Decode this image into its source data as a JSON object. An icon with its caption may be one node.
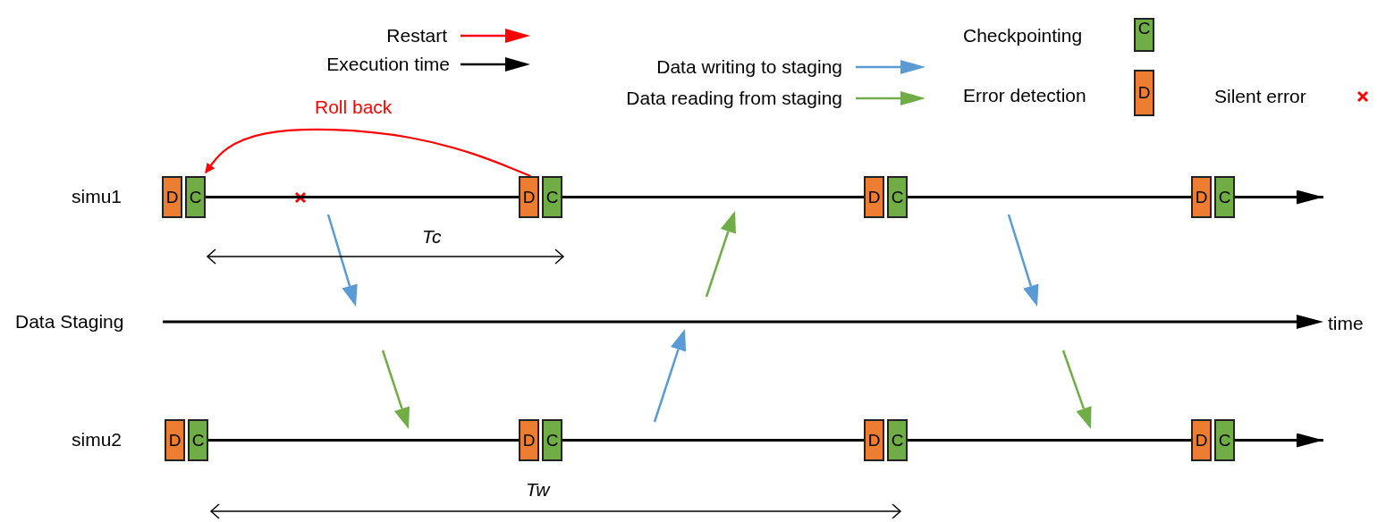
{
  "diagram": {
    "nodes": [
      {
        "text": [
          "D"
        ]
      },
      {
        "text": [
          "C"
        ]
      },
      {
        "text": [
          "D"
        ]
      },
      {
        "text": [
          "C"
        ]
      },
      {
        "text": [
          "D"
        ]
      },
      {
        "text": [
          "C"
        ]
      },
      {
        "text": [
          "D"
        ]
      },
      {
        "text": [
          "C"
        ]
      },
      {
        "text": [
          "D"
        ]
      },
      {
        "text": [
          "C"
        ]
      },
      {
        "text": [
          "D"
        ]
      },
      {
        "text": [
          "C"
        ]
      },
      {
        "text": [
          "D"
        ]
      },
      {
        "text": [
          "C"
        ]
      },
      {
        "text": [
          "D"
        ]
      },
      {
        "text": [
          "C"
        ]
      }
    ],
    "edges": [
      {
        "from": 2,
        "to": 1,
        "arrow": "to",
        "label": "Roll back",
        "color": "#ff0000"
      },
      {
        "from": 1,
        "to": 2,
        "arrow": "none"
      },
      {
        "from": 3,
        "to": 4,
        "arrow": "none"
      },
      {
        "from": 5,
        "to": 6,
        "arrow": "none"
      },
      {
        "from": 7,
        "to": null,
        "arrow": "to"
      },
      {
        "from": 9,
        "to": 10,
        "arrow": "none"
      },
      {
        "from": 11,
        "to": 12,
        "arrow": "none"
      },
      {
        "from": 13,
        "to": 14,
        "arrow": "none"
      },
      {
        "from": 15,
        "to": null,
        "arrow": "to"
      }
    ],
    "labels": [
      "simu1",
      "Data Staging",
      "time",
      "simu2",
      "Tc",
      "Tw",
      "C",
      "D"
    ],
    "legend": [
      {
        "text": "Restart"
      },
      {
        "text": "Execution time"
      },
      {
        "text": "Data writing to staging"
      },
      {
        "text": "Data reading from staging"
      },
      {
        "text": "Checkpointing",
        "color": "#70ad47"
      },
      {
        "text": "Error detection",
        "color": "#ed7d31"
      },
      {
        "text": "Silent error"
      }
    ]
  }
}
